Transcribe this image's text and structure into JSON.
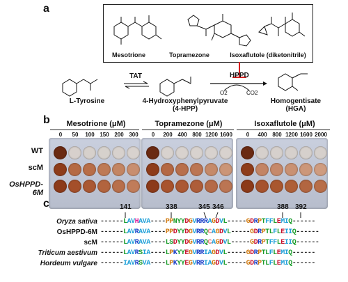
{
  "panel_a": {
    "letter": "a",
    "inhibitors": [
      "Mesotrione",
      "Topramezone",
      "Isoxaflutole (diketonitrile)"
    ],
    "pathway": {
      "substrate": "L-Tyrosine",
      "enzyme1": "TAT",
      "intermediate_line1": "4-Hydroxyphenylpyruvate",
      "intermediate_line2": "(4-HPP)",
      "enzyme2": "HPPD",
      "cofactor_in": "O2",
      "cofactor_out": "CO2",
      "product_line1": "Homogentisate",
      "product_line2": "(HGA)"
    }
  },
  "panel_b": {
    "letter": "b",
    "herbicides": [
      {
        "name": "Mesotrione (μM)",
        "concentrations": [
          "0",
          "50",
          "100",
          "150",
          "200",
          "300"
        ],
        "wells": [
          [
            "#6a2a12",
            "#d7d0cc",
            "#d6d0cb",
            "#d6d1cc",
            "#d7d1cd",
            "#d8d2ce"
          ],
          [
            "#8e3c1a",
            "#b56a44",
            "#b86e48",
            "#be7a55",
            "#c38563",
            "#c88e70"
          ],
          [
            "#8c3a19",
            "#a44f2a",
            "#aa5833",
            "#b2643e",
            "#b86f4b",
            "#c07c5a"
          ]
        ]
      },
      {
        "name": "Topramezone (μM)",
        "concentrations": [
          "0",
          "200",
          "400",
          "800",
          "1200",
          "1600"
        ],
        "wells": [
          [
            "#6a2a12",
            "#d8d2ce",
            "#d8d2ce",
            "#d8d2ce",
            "#d8d2ce",
            "#d8d2ce"
          ],
          [
            "#8e3c1a",
            "#b46844",
            "#b86f4c",
            "#bc7654",
            "#c58a6a",
            "#cb9577"
          ],
          [
            "#8c3a19",
            "#a8532d",
            "#ab5833",
            "#ae5d39",
            "#b56a47",
            "#bb7553"
          ]
        ]
      },
      {
        "name": "Isoxaflutole (μM)",
        "concentrations": [
          "0",
          "400",
          "800",
          "1200",
          "1600",
          "2000"
        ],
        "wells": [
          [
            "#6a2a12",
            "#d6d0cc",
            "#d6d0cc",
            "#d6d0cc",
            "#d6d0cc",
            "#d6d0cc"
          ],
          [
            "#8e3c1a",
            "#c38465",
            "#c6896b",
            "#c99173",
            "#cc977a",
            "#cf9c80"
          ],
          [
            "#8c3a19",
            "#a6522d",
            "#a9572f",
            "#ae5f37",
            "#b26641",
            "#b86e49"
          ]
        ]
      }
    ],
    "rows": [
      "WT",
      "scM",
      "OsHPPD-6M"
    ]
  },
  "panel_c": {
    "letter": "c",
    "positions": [
      "141",
      "338",
      "345",
      "346",
      "388",
      "392"
    ],
    "species": [
      "Oryza sativa",
      "OsHPPD-6M",
      "scM",
      "Triticum aestivum",
      "Hordeum vulgare"
    ],
    "species_italic": [
      true,
      false,
      false,
      true,
      true
    ],
    "colors": {
      "L": "#1a9c2a",
      "A": "#1fa0d8",
      "V": "#1fa0d8",
      "H": "#e0209a",
      "R": "#1a3fc8",
      "K": "#1a3fc8",
      "P": "#d07a10",
      "N": "#1a9c2a",
      "Q": "#1a9c2a",
      "S": "#1a9c2a",
      "Y": "#1a9c2a",
      "T": "#1a9c2a",
      "D": "#c8102e",
      "E": "#c8102e",
      "G": "#d07a10",
      "F": "#1fa0d8",
      "I": "#1fa0d8",
      "M": "#1fa0d8",
      "C": "#e08080",
      "-": "#222222"
    },
    "alignments": [
      "------LAVHAVA----PPNYYDGVRRRAGDVL-----GDRPTFFLEMIQ------",
      "------LAVRAVA----PPDYYDGVRRQCAGDVL-----GDRPTLFLEIIQ------",
      "------LAVRAVA----LSDYYDGVRRQCAGDVL-----GDRPTFFLEIIQ------",
      "------LAVRSIA----LPKYYEGVRRIAGDVL-----GDRPTLFLEMIQ------",
      "------IAVRSVA----LPKYYEGVRRIAGDVL-----GDRPTLFLEMIQ------"
    ]
  }
}
